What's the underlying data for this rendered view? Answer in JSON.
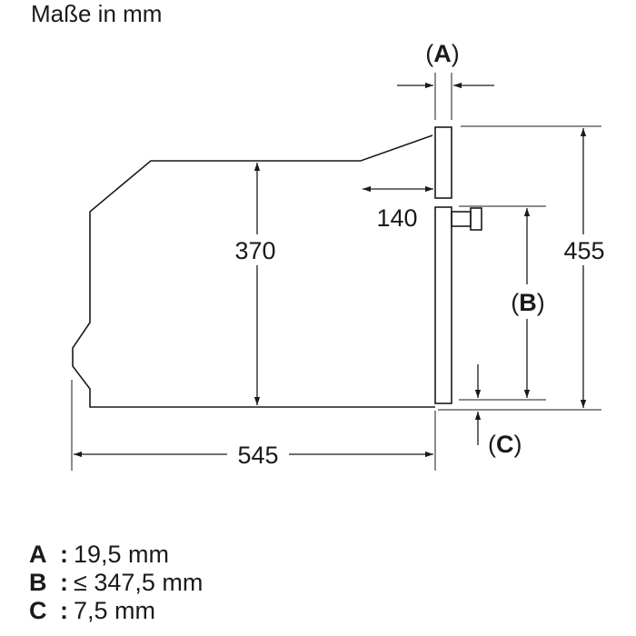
{
  "title": "Maße in mm",
  "dimensions": {
    "depth": "545",
    "height_body": "370",
    "top_offset": "140",
    "total_height": "455"
  },
  "labels": {
    "A": "A",
    "B": "B",
    "C": "C",
    "open": "(",
    "close": ")"
  },
  "legend": [
    {
      "key": "A",
      "sep": ":",
      "value": "19,5 mm"
    },
    {
      "key": "B",
      "sep": ":",
      "value": "≤ 347,5 mm"
    },
    {
      "key": "C",
      "sep": ":",
      "value": "7,5 mm"
    }
  ]
}
